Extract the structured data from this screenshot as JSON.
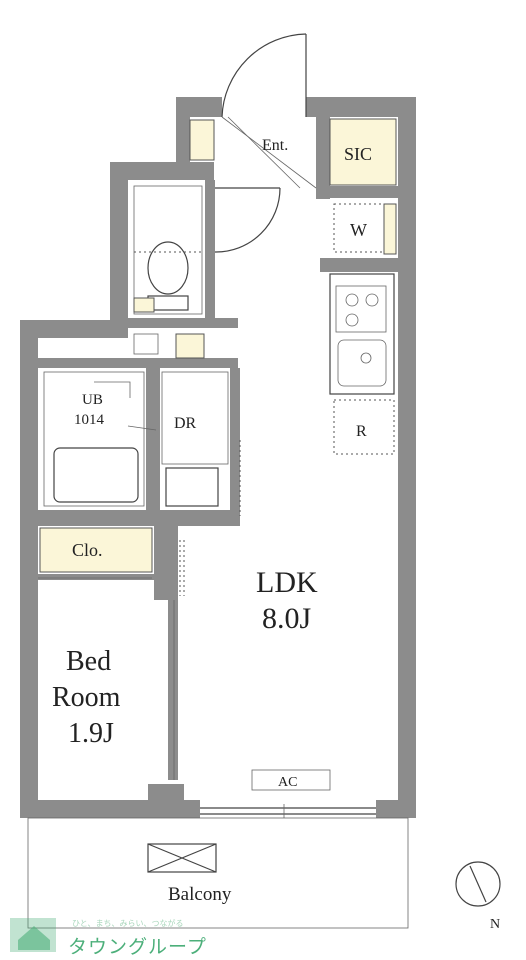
{
  "plan": {
    "rooms": {
      "entrance": "Ent.",
      "shoe_closet": "SIC",
      "washer": "W",
      "bath": "UB",
      "bath_size": "1014",
      "dressing": "DR",
      "fridge": "R",
      "closet": "Clo.",
      "bedroom_line1": "Bed",
      "bedroom_line2": "Room",
      "bedroom_size": "1.9J",
      "ldk": "LDK",
      "ldk_size": "8.0J",
      "aircon": "AC",
      "balcony": "Balcony"
    },
    "compass": "N",
    "colors": {
      "wall": "#8c8c8c",
      "storage": "#fbf6d8",
      "brand": "#4caf7a"
    }
  },
  "logo": {
    "tagline": "ひと、まち、みらい、つながる",
    "brand": "タウングループ"
  }
}
